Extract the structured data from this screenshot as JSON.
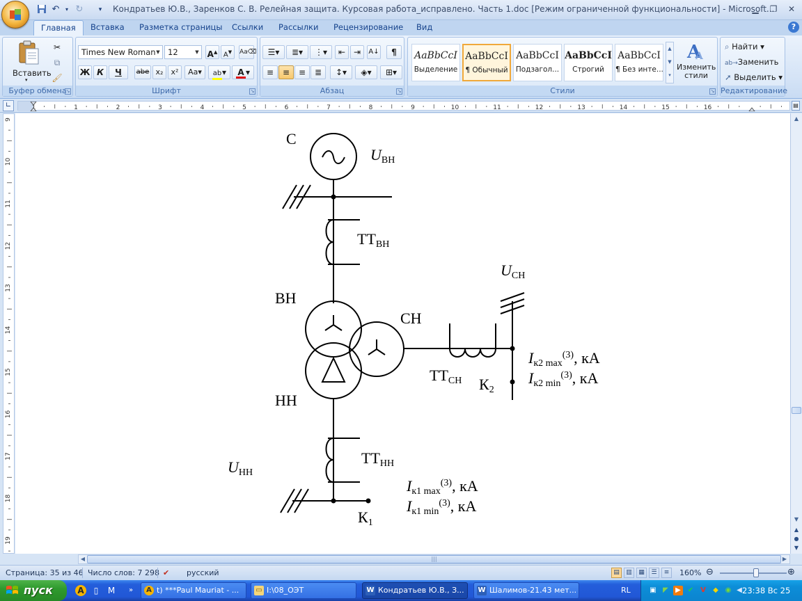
{
  "window": {
    "title": "Кондратьев Ю.В., Заренков С. В. Релейная защита. Курсовая работа_исправлено. Часть 1.doc [Режим ограниченной функциональности] - Microsoft..."
  },
  "tabs": [
    "Главная",
    "Вставка",
    "Разметка страницы",
    "Ссылки",
    "Рассылки",
    "Рецензирование",
    "Вид"
  ],
  "ribbon": {
    "clipboard": {
      "paste_label": "Вставить",
      "group_label": "Буфер обмена"
    },
    "font": {
      "name": "Times New Roman",
      "size": "12",
      "group_label": "Шрифт",
      "bold": "Ж",
      "italic": "К",
      "underline": "Ч",
      "strike": "abe",
      "sub": "x₂",
      "sup": "x²",
      "case": "Aa",
      "grow": "A",
      "shrink": "A"
    },
    "paragraph": {
      "group_label": "Абзац"
    },
    "styles": {
      "group_label": "Стили",
      "items": [
        {
          "sample": "AaBbCcI",
          "name": "Выделение"
        },
        {
          "sample": "AaBbCcI",
          "name": "¶ Обычный"
        },
        {
          "sample": "AaBbCcI",
          "name": "Подзагол..."
        },
        {
          "sample": "AaBbCcI",
          "name": "Строгий"
        },
        {
          "sample": "AaBbCcI",
          "name": "¶ Без инте..."
        }
      ],
      "change_styles": "Изменить стили"
    },
    "editing": {
      "group_label": "Редактирование",
      "find": "Найти",
      "replace": "Заменить",
      "select": "Выделить"
    }
  },
  "ruler": {
    "numbers": [
      "1",
      "1",
      "2",
      "3",
      "4",
      "5",
      "6",
      "7",
      "8",
      "9",
      "10",
      "11",
      "12",
      "13",
      "14",
      "15",
      "16"
    ],
    "vertical_numbers": [
      "9",
      "10",
      "11",
      "12",
      "13",
      "14",
      "15",
      "16",
      "17",
      "18",
      "19"
    ]
  },
  "diagram": {
    "labels": {
      "source": "С",
      "u_hv_main": "U",
      "u_hv_sub": "ВН",
      "tt_hv_main": "ТТ",
      "tt_hv_sub": "ВН",
      "hv": "ВН",
      "mv": "СН",
      "lv": "НН",
      "u_mv_main": "U",
      "u_mv_sub": "СН",
      "tt_mv_main": "ТТ",
      "tt_mv_sub": "СН",
      "k2_main": "К",
      "k2_sub": "2",
      "ik2max_i": "I",
      "ik2max_sub": "к2 max",
      "ik2max_sup": "(3)",
      "ik2max_unit": ", кА",
      "ik2min_i": "I",
      "ik2min_sub": "к2 min",
      "ik2min_sup": "(3)",
      "ik2min_unit": ", кА",
      "tt_lv_main": "ТТ",
      "tt_lv_sub": "НН",
      "u_lv_main": "U",
      "u_lv_sub": "НН",
      "ik1max_i": "I",
      "ik1max_sub": "к1 max",
      "ik1max_sup": "(3)",
      "ik1max_unit": ", кА",
      "ik1min_i": "I",
      "ik1min_sub": "к1 min",
      "ik1min_sup": "(3)",
      "ik1min_unit": ", кА",
      "k1_main": "К",
      "k1_sub": "1"
    }
  },
  "statusbar": {
    "page": "Страница: 35 из 46",
    "words": "Число слов: 7 298",
    "language": "русский",
    "zoom": "160%"
  },
  "taskbar": {
    "start": "пуск",
    "tasks": [
      {
        "label": "t) ***Paul Mauriat - ..."
      },
      {
        "label": "I:\\08_ОЭТ"
      },
      {
        "label": "Кондратьев Ю.В., З..."
      },
      {
        "label": "Шалимов-21.43 мет..."
      }
    ],
    "lang": "RL",
    "clock": "23:38 Вс 25"
  }
}
